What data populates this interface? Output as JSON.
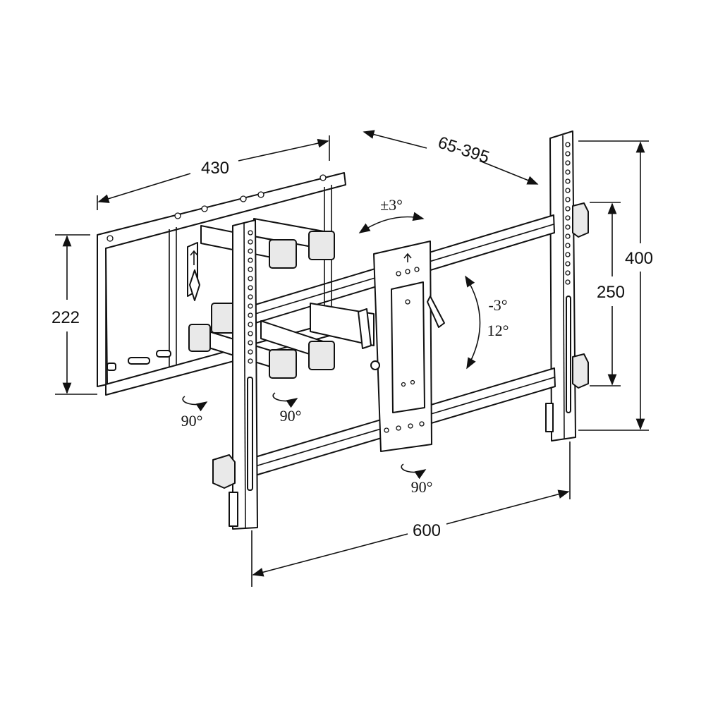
{
  "dimensions": {
    "plate_width": "430",
    "plate_height": "222",
    "extension": "65-395",
    "wall_height": "400",
    "wall_inner": "250",
    "wall_width": "600"
  },
  "angles": {
    "swivel": "±3°",
    "tilt_up": "-3°",
    "tilt_down": "12°",
    "rotate_left": "90°",
    "rotate_mid": "90°",
    "rotate_bottom": "90°"
  },
  "colors": {
    "line": "#111111",
    "fill": "#ffffff",
    "shade": "#e9e9e9"
  }
}
